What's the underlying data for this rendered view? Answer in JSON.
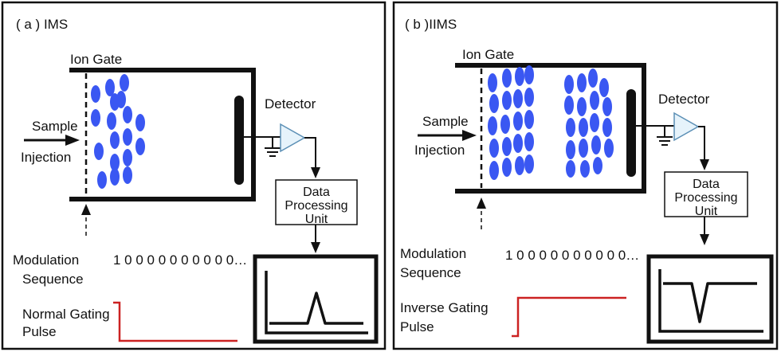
{
  "colors": {
    "ink": "#111111",
    "ion": "#3a57f2",
    "pulse": "#cc2222",
    "triangle_fill": "#e6f3fb",
    "triangle_stroke": "#5b8fb5"
  },
  "panel_a": {
    "title": "( a ) IMS",
    "ion_gate": "Ion Gate",
    "detector": "Detector",
    "sample": "Sample",
    "injection": "Injection",
    "dpu": [
      "Data",
      "Processing",
      "Unit"
    ],
    "modulation": "Modulation",
    "sequence": "Sequence",
    "modulation_value": "1 0 0 0 0 0 0 0 0 0 0…",
    "pulse_label_1": "Normal Gating",
    "pulse_label_2": "Pulse"
  },
  "panel_b": {
    "title": "( b )IIMS",
    "ion_gate": "Ion Gate",
    "detector": "Detector",
    "sample": "Sample",
    "injection": "Injection",
    "dpu": [
      "Data",
      "Processing",
      "Unit"
    ],
    "modulation": "Modulation",
    "sequence": "Sequence",
    "modulation_value": "1 0 0 0 0 0 0 0 0 0 0…",
    "pulse_label_1": "Inverse Gating",
    "pulse_label_2": "Pulse"
  },
  "icons": {
    "amplifier": "triangle-amplifier-icon",
    "ground": "ground-icon"
  }
}
